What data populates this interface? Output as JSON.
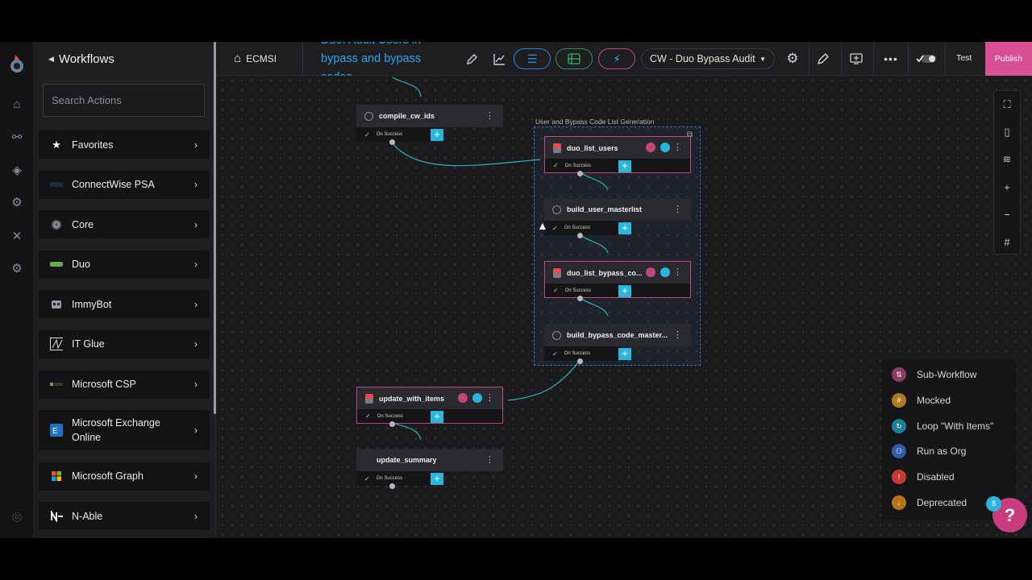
{
  "sidebar": {
    "title": "Workflows",
    "search_placeholder": "Search Actions",
    "items": [
      {
        "label": "Favorites"
      },
      {
        "label": "ConnectWise PSA"
      },
      {
        "label": "Core"
      },
      {
        "label": "Duo"
      },
      {
        "label": "ImmyBot"
      },
      {
        "label": "IT Glue"
      },
      {
        "label": "Microsoft CSP"
      },
      {
        "label": "Microsoft Exchange Online"
      },
      {
        "label": "Microsoft Graph"
      },
      {
        "label": "N-Able"
      }
    ]
  },
  "topbar": {
    "home_label": "ECMSI",
    "title_line1": "Duo: Audit Users in",
    "title_line2": "bypass and bypass",
    "title_line3": "codes",
    "environment": "CW - Duo Bypass Audit",
    "test_label": "Test",
    "publish_label": "Publish"
  },
  "canvas": {
    "group_label": "User and Bypass Code List Generation",
    "nodes": [
      {
        "label": "compile_cw_ids",
        "status": "On Success"
      },
      {
        "label": "duo_list_users",
        "status": "On Success"
      },
      {
        "label": "build_user_masterlist",
        "status": "On Success"
      },
      {
        "label": "duo_list_bypass_co...",
        "status": "On Success"
      },
      {
        "label": "build_bypass_code_master...",
        "status": "On Success"
      },
      {
        "label": "update_with_items",
        "status": "On Success"
      },
      {
        "label": "update_summary",
        "status": "On Success"
      }
    ]
  },
  "legend": [
    {
      "label": "Sub-Workflow",
      "color": "#c2457c"
    },
    {
      "label": "Mocked",
      "color": "#d9a03a"
    },
    {
      "label": "Loop \"With Items\"",
      "color": "#2ab5dc"
    },
    {
      "label": "Run as Org",
      "color": "#3a7bd5"
    },
    {
      "label": "Disabled",
      "color": "#e0463c"
    },
    {
      "label": "Deprecated",
      "color": "#d98a1e"
    }
  ],
  "help": {
    "badge": "8",
    "icon": "?"
  }
}
